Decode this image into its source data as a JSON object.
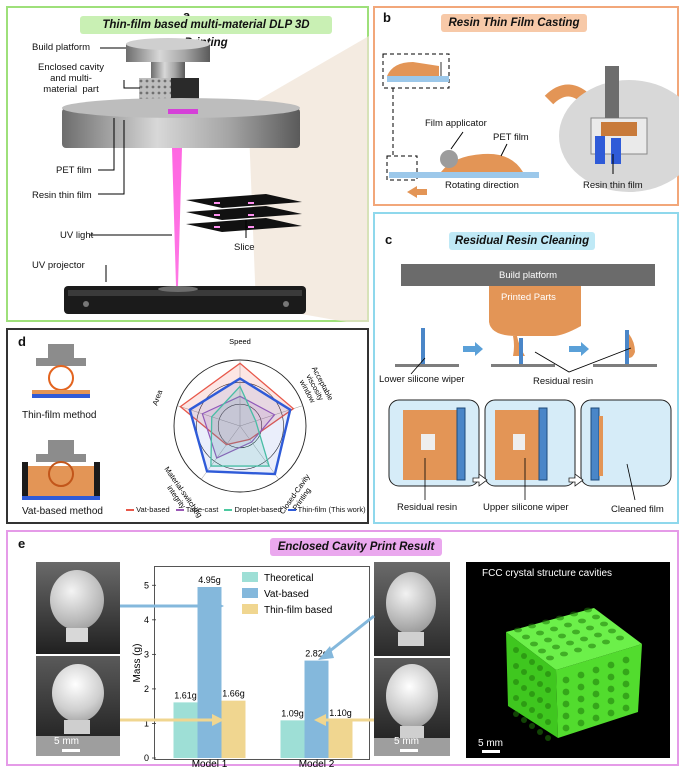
{
  "colors": {
    "panel_a_border": "#9ee07a",
    "panel_b_border": "#f2a77a",
    "panel_c_border": "#8fd8ec",
    "panel_d_border": "#333333",
    "panel_e_border": "#e59be8",
    "title_a_bg": "#c9f0b4",
    "title_b_bg": "#f7c9a8",
    "title_c_bg": "#bfe9f6",
    "title_e_bg": "#eaa8ee",
    "resin": "#e39556",
    "film": "#9cc8ea",
    "wiper": "#4a86c8",
    "uv": "#ff4fd8",
    "vat": "#e8584a",
    "tape": "#9b59b6",
    "droplet": "#4cc9a0",
    "thinfilm": "#2f5bd8",
    "theoretical": "#9edfd6",
    "vat_bar": "#84b8dc",
    "thin_bar": "#f0d690"
  },
  "panel_a": {
    "letter": "a",
    "title": "Thin-film based multi-material DLP 3D Printing",
    "labels": {
      "build_platform": "Build platform",
      "enclosed_cavity": "Enclosed cavity\nand multi-\nmaterial  part",
      "pet_film": "PET film",
      "resin_thin_film": "Resin thin film",
      "uv_light": "UV light",
      "uv_projector": "UV projector",
      "slice": "Slice"
    }
  },
  "panel_b": {
    "letter": "b",
    "title": "Resin Thin Film Casting",
    "labels": {
      "film_applicator": "Film applicator",
      "pet_film": "PET film",
      "rotating_direction": "Rotating direction",
      "resin_thin_film": "Resin thin film"
    }
  },
  "panel_c": {
    "letter": "c",
    "title": "Residual Resin Cleaning",
    "labels": {
      "build_platform": "Build platform",
      "printed_parts": "Printed Parts",
      "lower_wiper": "Lower silicone wiper",
      "residual_resin_top": "Residual resin",
      "residual_resin": "Residual resin",
      "upper_wiper": "Upper silicone wiper",
      "cleaned_film": "Cleaned film"
    }
  },
  "panel_d": {
    "letter": "d",
    "thin_film_method": "Thin-film method",
    "vat_based_method": "Vat-based method",
    "axes": [
      "Speed",
      "Acceptable\nviscosity\nwindow",
      "Closed-Cavity\nPrinting",
      "Material-switching\nintegrity",
      "Area"
    ],
    "legend": [
      "Vat-based",
      "Tape-cast",
      "Droplet-based",
      "Thin-film (This work)"
    ]
  },
  "panel_e": {
    "letter": "e",
    "title": "Enclosed Cavity Print Result",
    "scale_left": "5 mm",
    "scale_mid": "5 mm",
    "scale_right": "5 mm",
    "fcc_caption": "FCC crystal structure cavities"
  },
  "chart_data": [
    {
      "type": "radar",
      "axes": [
        "Speed",
        "Acceptable viscosity window",
        "Closed-Cavity Printing",
        "Material-switching integrity",
        "Area"
      ],
      "rlim": [
        0,
        1
      ],
      "series": [
        {
          "name": "Vat-based",
          "values": [
            0.95,
            0.85,
            0.25,
            0.35,
            0.95
          ]
        },
        {
          "name": "Tape-cast",
          "values": [
            0.45,
            0.55,
            0.3,
            0.6,
            0.6
          ]
        },
        {
          "name": "Droplet-based",
          "values": [
            0.6,
            0.25,
            0.75,
            0.75,
            0.45
          ]
        },
        {
          "name": "Thin-film (This work)",
          "values": [
            0.72,
            0.8,
            0.9,
            0.85,
            0.8
          ]
        }
      ]
    },
    {
      "type": "bar",
      "categories": [
        "Model 1",
        "Model 2"
      ],
      "ylabel": "Mass (g)",
      "ylim": [
        0,
        5.5
      ],
      "yticks": [
        "0",
        "1",
        "2",
        "3",
        "4",
        "5"
      ],
      "series": [
        {
          "name": "Theoretical",
          "values": [
            1.61,
            1.09
          ],
          "labels": [
            "1.61g",
            "1.09g"
          ]
        },
        {
          "name": "Vat-based",
          "values": [
            4.95,
            2.82
          ],
          "labels": [
            "4.95g",
            "2.82g"
          ]
        },
        {
          "name": "Thin-film based",
          "values": [
            1.66,
            1.1
          ],
          "labels": [
            "1.66g",
            "1.10g"
          ]
        }
      ]
    }
  ]
}
